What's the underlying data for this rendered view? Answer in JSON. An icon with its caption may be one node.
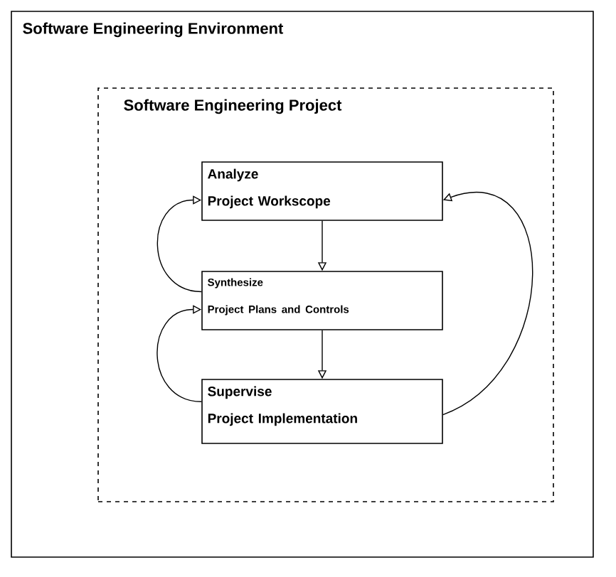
{
  "diagram": {
    "nodes": [
      {
        "text": [
          "Software Engineering Environment"
        ]
      },
      {
        "text": [
          "Software Engineering Project"
        ],
        "in": 0
      },
      {
        "text": [
          "Analyze",
          "Project Workscope"
        ],
        "in": 1
      },
      {
        "text": [
          "Synthesize",
          "Project Plans and Controls"
        ],
        "in": 1
      },
      {
        "text": [
          "Supervise",
          "Project Implementation"
        ],
        "in": 1
      }
    ],
    "edges": [
      {
        "from": 2,
        "to": 3,
        "arrow": "to"
      },
      {
        "from": 3,
        "to": 4,
        "arrow": "to"
      },
      {
        "from": 3,
        "to": 2,
        "arrow": "to"
      },
      {
        "from": 4,
        "to": 3,
        "arrow": "to"
      },
      {
        "from": 4,
        "to": 2,
        "arrow": "to"
      }
    ]
  }
}
